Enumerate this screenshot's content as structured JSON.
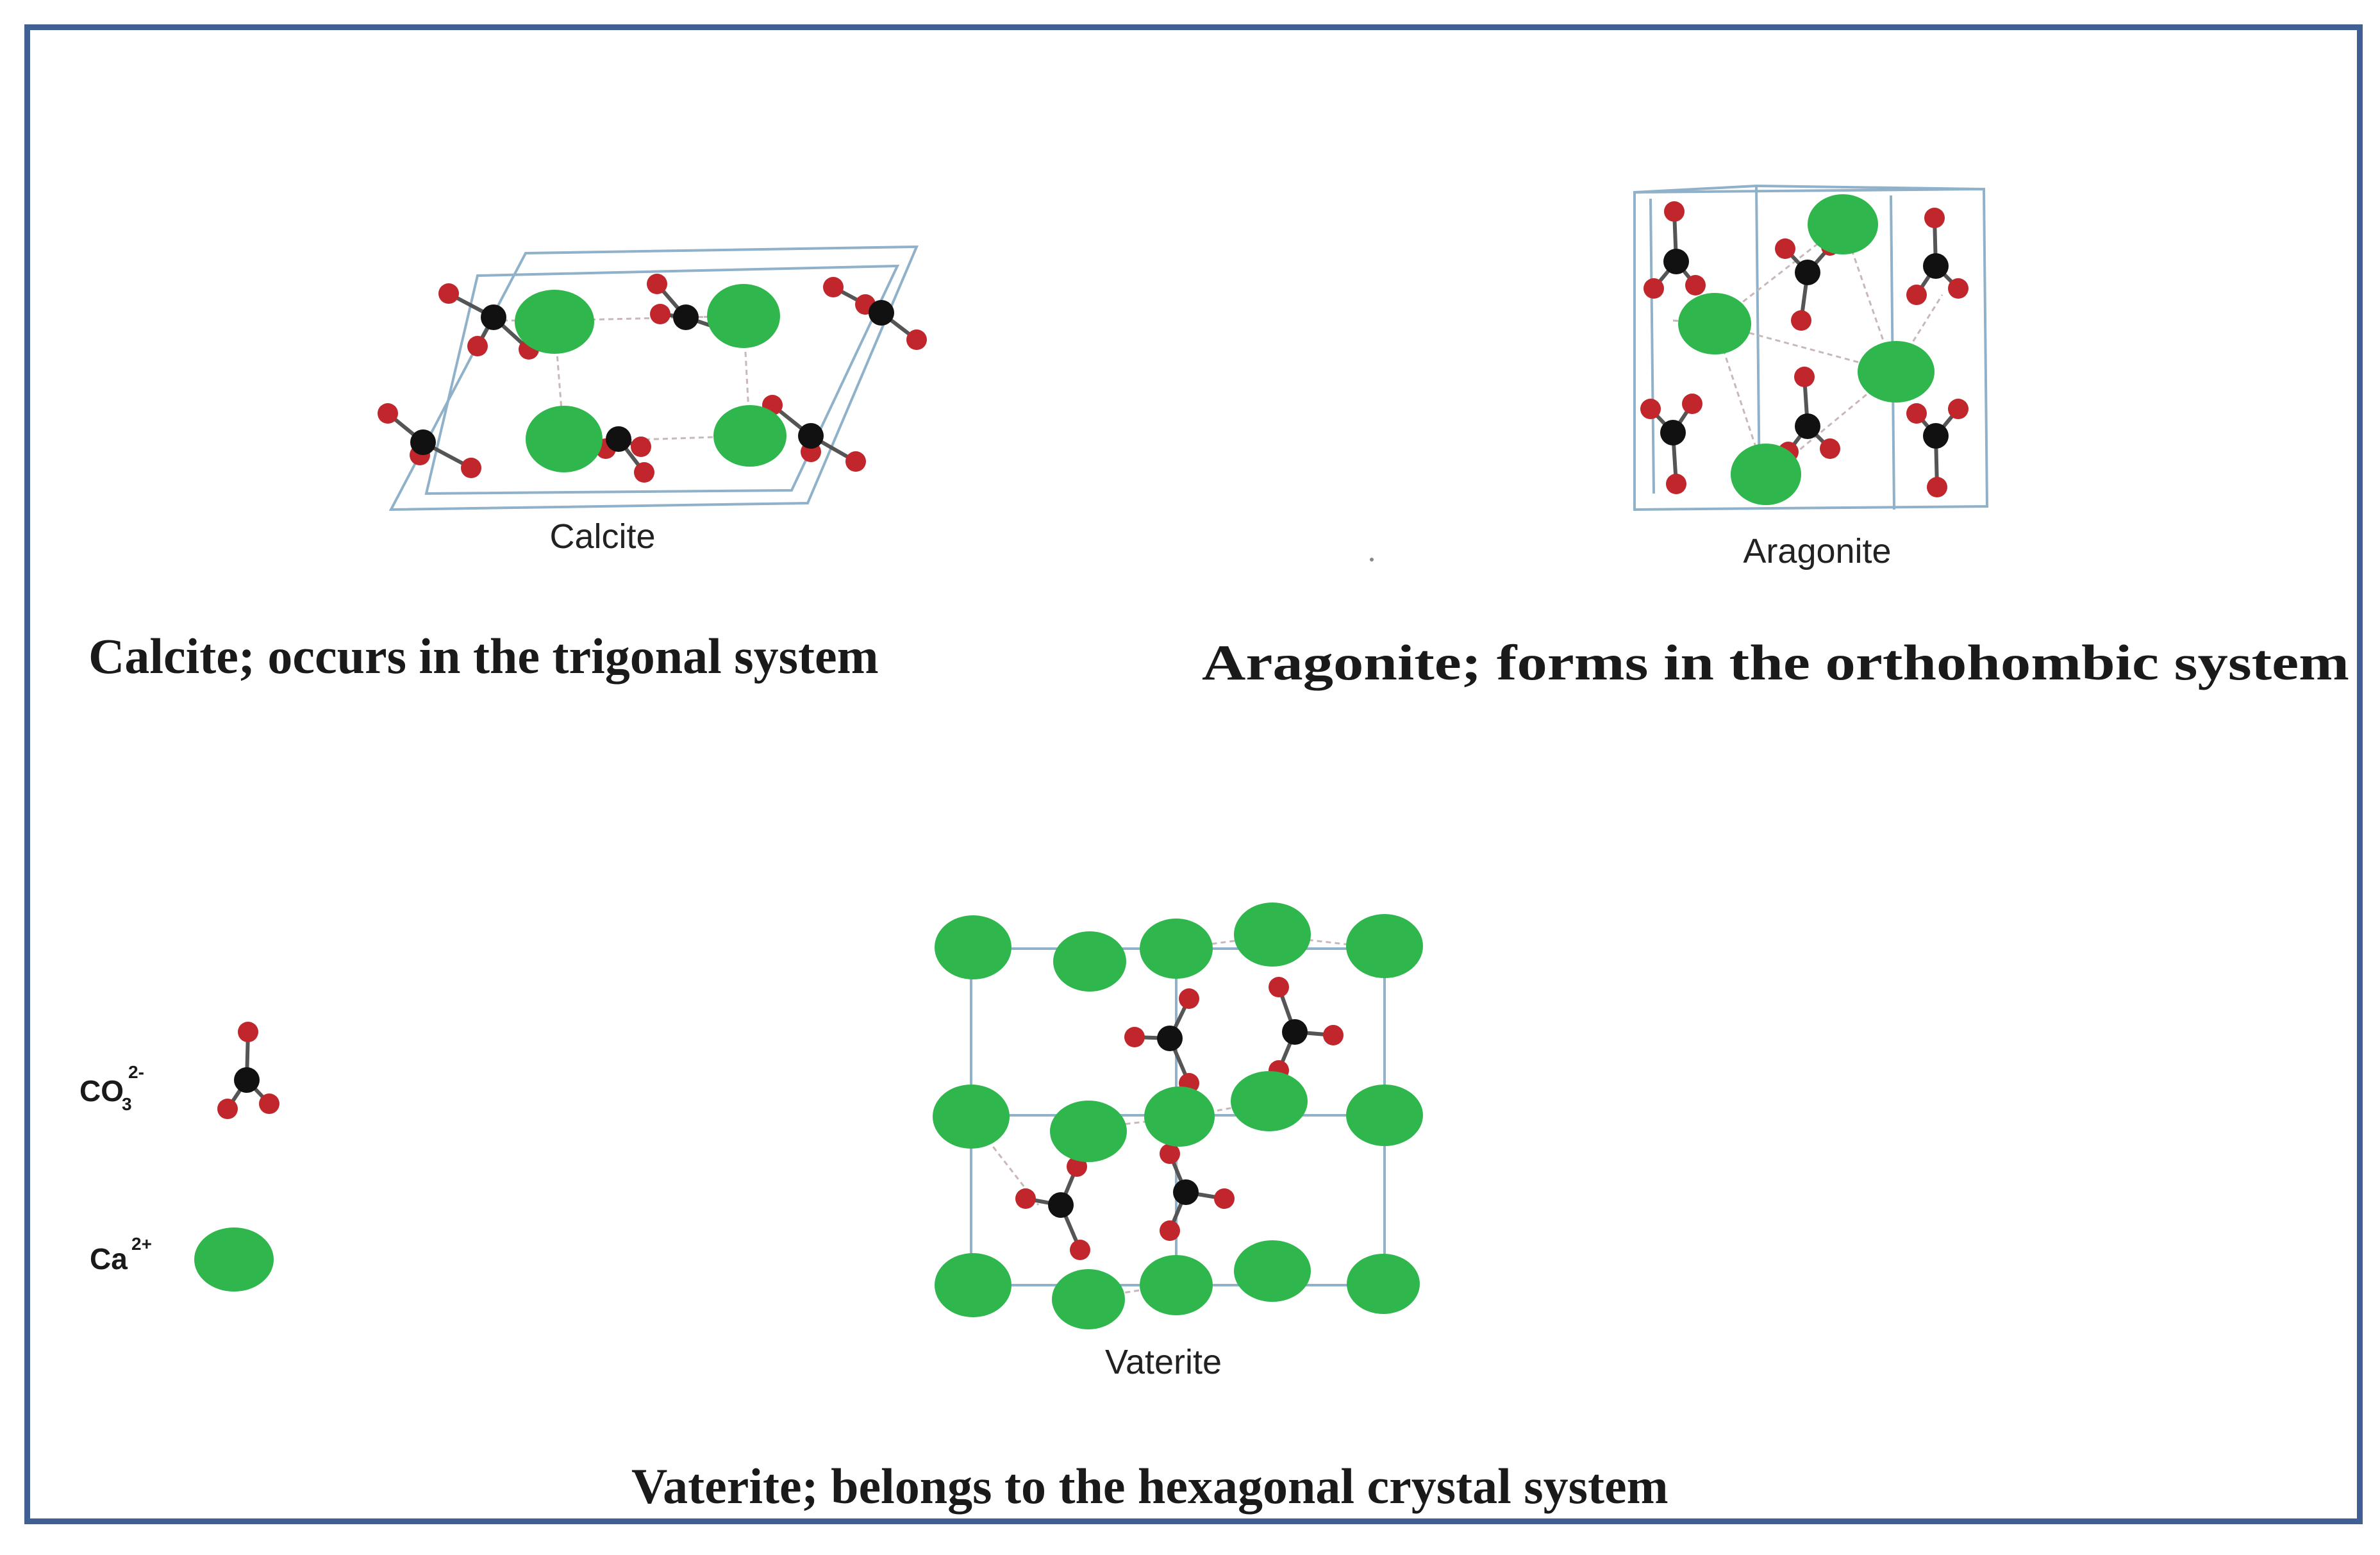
{
  "colors": {
    "frame_border": "#3f5f95",
    "calcium": "#2fb64d",
    "carbon": "#111111",
    "oxygen": "#c0262b",
    "unit_cell": "#8fb1c9"
  },
  "structures": {
    "calcite": {
      "label": "Calcite",
      "caption": "Calcite; occurs in the trigonal system"
    },
    "aragonite": {
      "label": "Aragonite",
      "caption": "Aragonite; forms in the orthohombic system"
    },
    "vaterite": {
      "label": "Vaterite",
      "caption": "Vaterite; belongs to the hexagonal crystal system"
    }
  },
  "legend": {
    "carbonate": {
      "base": "CO",
      "subscript": "3",
      "superscript": "2-"
    },
    "calcium": {
      "base": "Ca",
      "superscript": "2+"
    }
  }
}
